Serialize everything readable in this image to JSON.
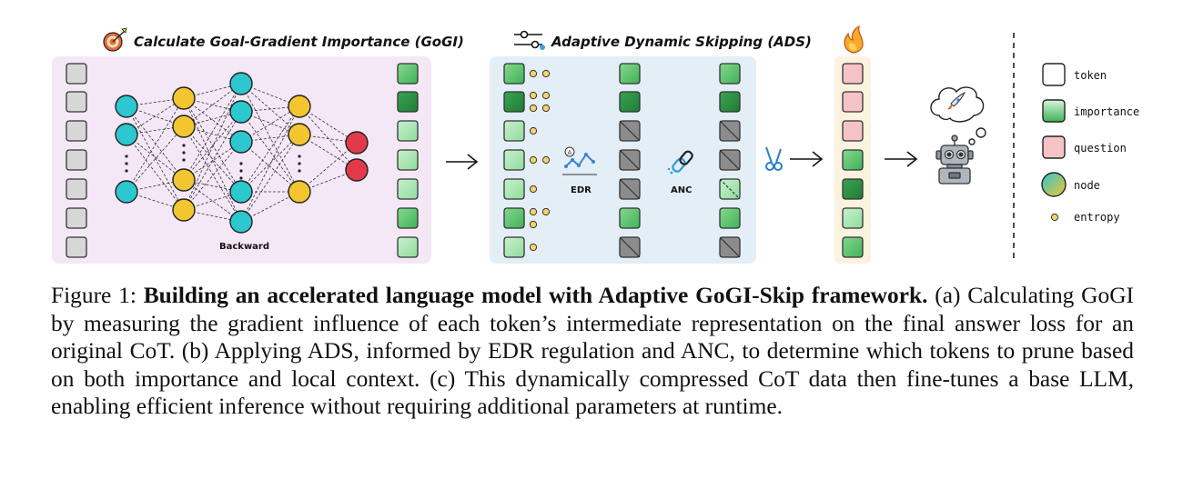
{
  "panel_a": {
    "title": "Calculate Goal-Gradient Importance (GoGI)",
    "backward_label": "Backward"
  },
  "panel_b": {
    "title": "Adaptive Dynamic Skipping (ADS)",
    "edr_label": "EDR",
    "anc_label": "ANC"
  },
  "legend": {
    "token": "token",
    "importance": "importance",
    "question": "question",
    "node": "node",
    "entropy": "entropy"
  },
  "colors": {
    "token_gray": "#d7d7d7",
    "light_green": "#a8e6b0",
    "mid_green": "#5cc46c",
    "dark_green": "#2e9444",
    "pink": "#f6c3c6",
    "node_cyan": "#2cc7cf",
    "node_yellow": "#f2c531",
    "node_red": "#e23a4b",
    "panel_a_bg": "#f4e8f6",
    "panel_b_bg": "#e4eef7",
    "strip_bg": "#fbf3df",
    "entropy_dot": "#f3d46b"
  },
  "caption": {
    "prefix": "Figure 1: ",
    "bold": "Building an accelerated language model with Adaptive GoGI-Skip framework.",
    "body": " (a) Calculating GoGI by measuring the gradient influence of each token’s intermediate representation on the final answer loss for an original CoT. (b) Applying ADS, informed by EDR regulation and ANC, to determine which tokens to prune based on both importance and local context. (c) This dynamically compressed CoT data then fine-tunes a base LLM, enabling efficient inference without requiring additional parameters at runtime."
  }
}
